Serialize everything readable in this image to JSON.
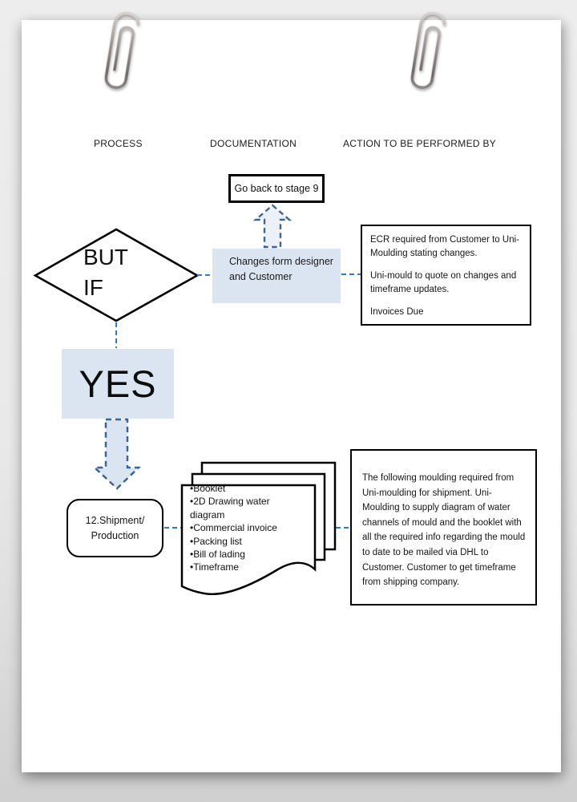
{
  "headers": {
    "process": "PROCESS",
    "documentation": "DOCUMENTATION",
    "action": "ACTION TO BE PERFORMED BY"
  },
  "flowchart": {
    "go_back_label": "Go back to stage 9",
    "decision_label": "BUT\nIF",
    "changes_label": "Changes form designer and Customer",
    "yes_label": "YES",
    "shipment_label": "12.Shipment/\nProduction",
    "doc_list": [
      "•Booklet",
      "•2D Drawing water diagram",
      "•Commercial invoice",
      "•Packing list",
      "•Bill of lading",
      "•Timeframe"
    ],
    "ecr_note": {
      "p1": "ECR required from Customer to Uni-Moulding stating changes.",
      "p2": "Uni-mould to quote on changes and timeframe updates.",
      "p3": "Invoices Due"
    },
    "shipping_note": "The following moulding required from Uni-moulding for shipment. Uni-Moulding to supply diagram of water channels of mould and the booklet with all the required info regarding the mould to date to be mailed via DHL to Customer.  Customer to get timeframe from shipping company."
  },
  "colors": {
    "light_blue_fill": "#dbe5f1",
    "arrow_light_fill": "#ecf1f8",
    "connector_blue": "#2f7ac9",
    "arrow_outline_blue": "#3a6596",
    "shape_border": "#000000",
    "page_background": "#ffffff"
  },
  "icons": [
    "paperclip-icon",
    "up-block-arrow",
    "down-block-arrow",
    "decision-diamond",
    "multi-document"
  ]
}
